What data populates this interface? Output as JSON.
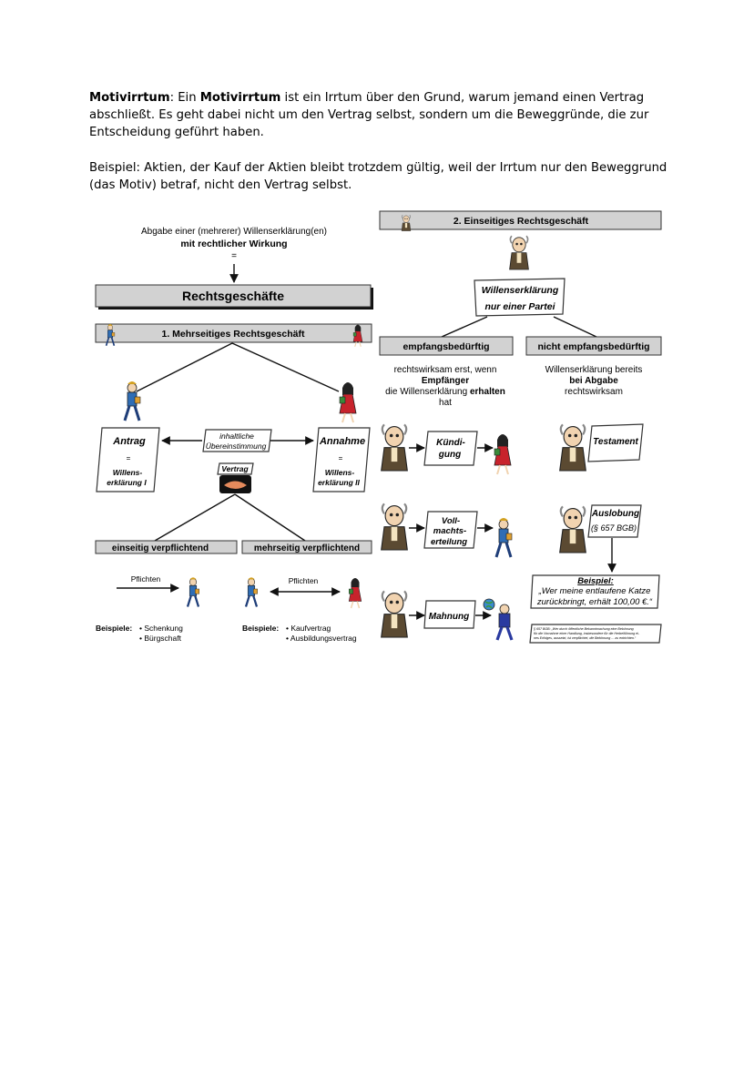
{
  "intro": {
    "p1_bold1": "Motivirrtum",
    "p1_text1": ": Ein ",
    "p1_bold2": "Motivirrtum",
    "p1_text2": " ist ein Irrtum über den Grund, warum jemand einen Vertrag abschließt. Es geht dabei nicht um den Vertrag selbst, sondern um die Beweggründe, die zur Entscheidung geführt haben.",
    "p2": "Beispiel: Aktien, der Kauf der Aktien bleibt trotzdem gültig, weil der Irrtum nur den Beweggrund (das Motiv) betraf, nicht den Vertrag selbst."
  },
  "left": {
    "abgabe_line1": "Abgabe einer (mehrerer) Willenserklärung(en)",
    "abgabe_line2": "mit rechtlicher Wirkung",
    "equals": "=",
    "main_title": "Rechtsgeschäfte",
    "section1": "1. Mehrseitiges Rechtsgeschäft",
    "antrag_title": "Antrag",
    "antrag_eq": "=",
    "antrag_l1": "Willens-",
    "antrag_l2": "erklärung I",
    "annahme_title": "Annahme",
    "annahme_eq": "=",
    "annahme_l1": "Willens-",
    "annahme_l2": "erklärung II",
    "uebereinstimmung_l1": "inhaltliche",
    "uebereinstimmung_l2": "Übereinstimmung",
    "vertrag": "Vertrag",
    "einseitig": "einseitig verpflichtend",
    "mehrseitig": "mehrseitig verpflichtend",
    "pflichten1": "Pflichten",
    "pflichten2": "Pflichten",
    "beispiele1_label": "Beispiele:",
    "beispiele1_item1": "• Schenkung",
    "beispiele1_item2": "• Bürgschaft",
    "beispiele2_label": "Beispiele:",
    "beispiele2_item1": "• Kaufvertrag",
    "beispiele2_item2": "• Ausbildungsvertrag"
  },
  "right": {
    "section2": "2. Einseitiges Rechtsgeschäft",
    "we_l1": "Willenserklärung",
    "we_l2": "nur einer Partei",
    "empf": "empfangsbedürftig",
    "nicht_empf": "nicht empfangsbedürftig",
    "empf_desc_l1": "rechtswirksam erst, wenn",
    "empf_desc_l2": "Empfänger",
    "empf_desc_l3a": "die Willenserklärung ",
    "empf_desc_l3b": "erhalten",
    "empf_desc_l4": "hat",
    "nicht_desc_l1": "Willenserklärung bereits",
    "nicht_desc_l2": "bei Abgabe",
    "nicht_desc_l3": "rechtswirksam",
    "kuendigung_l1": "Kündi-",
    "kuendigung_l2": "gung",
    "voll_l1": "Voll-",
    "voll_l2": "machts-",
    "voll_l3": "erteilung",
    "mahnung": "Mahnung",
    "testament": "Testament",
    "auslobung_l1": "Auslobung",
    "auslobung_l2": "(§ 657 BGB)",
    "beispiel_title": "Beispiel:",
    "beispiel_l1": "„Wer meine entlaufene Katze",
    "beispiel_l2": "zurückbringt, erhält 100,00 €.“",
    "bgb_l1": "§ 657 BGB: „Wer durch öffentliche Bekanntmachung eine Belohnung",
    "bgb_l2": "für die Vornahme einer Handlung, insbesondere für die Herbeiführung ei-",
    "bgb_l3": "nes Erfolges, aussetzt, ist verpflichtet, die Belohnung ... zu entrichten.“"
  }
}
